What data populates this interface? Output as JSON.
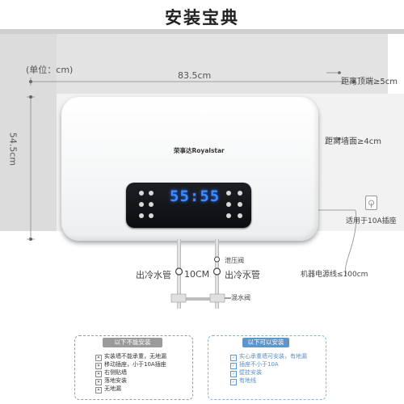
{
  "title": "安装宝典",
  "unit_label": "(单位：cm)",
  "width_dim": "83.5cm",
  "height_dim": "54.5cm",
  "top_clearance": "距离顶端≥5cm",
  "wall_clearance": "距离墙面≥4cm",
  "socket_label": "适用于10A插座",
  "power_cord": "机器电源线≤100cm",
  "brand": "荣事达Royalstar",
  "display_digits": "55:55",
  "pipes": {
    "cold_in": "出冷水管",
    "spacing": "10CM",
    "hot_out": "出冷水管",
    "relief_valve": "泄压阀",
    "mixing_valve": "混水阀"
  },
  "no_install": {
    "header": "以下不能安装",
    "items": [
      "实装墙不能承重，无地漏",
      "移动插座，小于10A插座",
      "右侧贴墙",
      "落地安装",
      "无地漏"
    ]
  },
  "can_install": {
    "header": "以下可以安装",
    "items": [
      "实心承重墙可安装，有地漏",
      "插座不小于10A",
      "壁挂安装",
      "有地线"
    ]
  },
  "colors": {
    "digits": "#3f8cff",
    "wall": "#d8d8d8",
    "accent_blue": "#5e96cc"
  }
}
